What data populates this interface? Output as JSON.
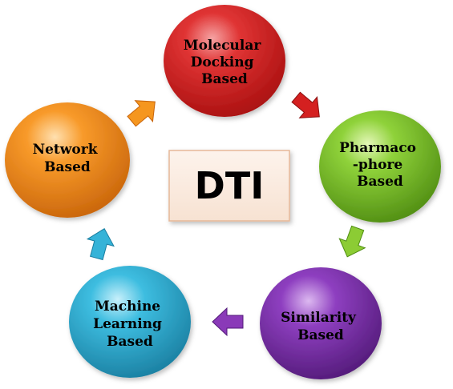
{
  "diagram": {
    "center": {
      "label": "DTI"
    },
    "nodes": [
      {
        "id": "molecular-docking",
        "lines": [
          "Molecular",
          "Docking",
          "Based"
        ],
        "color": "#d42020"
      },
      {
        "id": "pharmacophore",
        "lines": [
          "Pharmaco",
          "-phore",
          "Based"
        ],
        "color": "#7cc02a"
      },
      {
        "id": "similarity",
        "lines": [
          "Similarity",
          "Based"
        ],
        "color": "#7a2da3"
      },
      {
        "id": "machine-learning",
        "lines": [
          "Machine",
          "Learning",
          "Based"
        ],
        "color": "#2aa8cc"
      },
      {
        "id": "network",
        "lines": [
          "Network",
          "Based"
        ],
        "color": "#f08a16"
      }
    ],
    "arrows": [
      {
        "id": "docking-to-pharmacophore",
        "color": "#d42020"
      },
      {
        "id": "pharmacophore-to-similarity",
        "color": "#7cc02a"
      },
      {
        "id": "similarity-to-machine-learning",
        "color": "#7a2da3"
      },
      {
        "id": "machine-learning-to-network",
        "color": "#2aa8cc"
      },
      {
        "id": "network-to-docking",
        "color": "#f08a16"
      }
    ]
  }
}
